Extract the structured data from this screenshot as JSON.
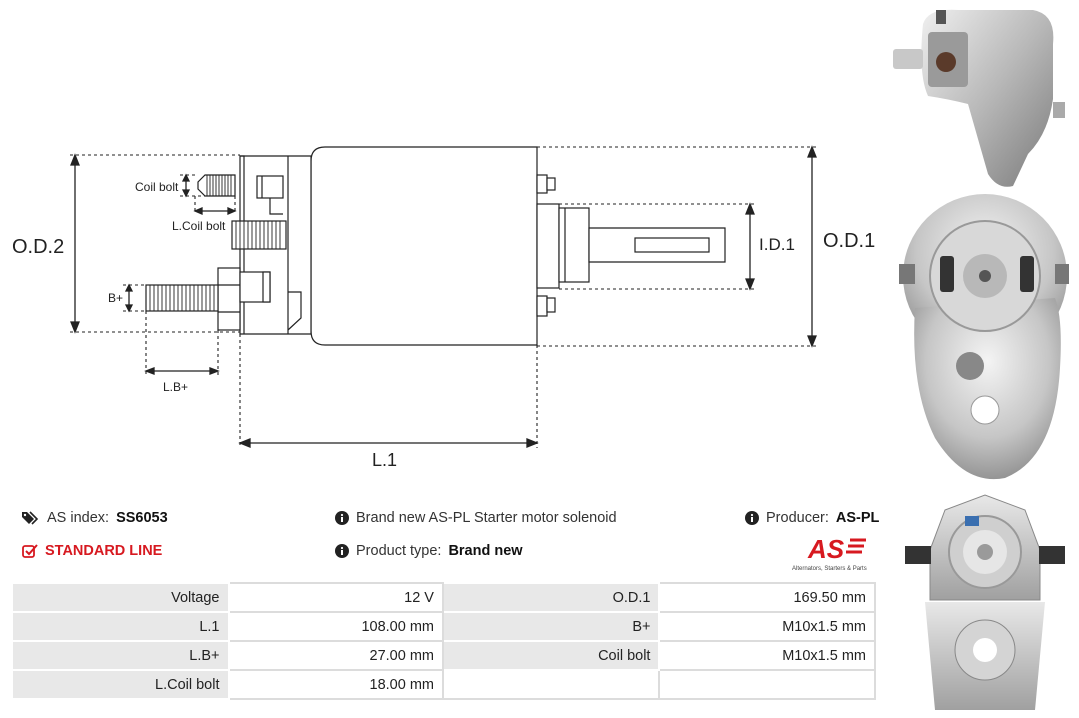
{
  "diagram": {
    "od2": "O.D.2",
    "od1": "O.D.1",
    "id1": "I.D.1",
    "l1": "L.1",
    "coil_bolt": "Coil bolt",
    "l_coil_bolt": "L.Coil bolt",
    "b_plus": "B+",
    "l_b_plus": "L.B+"
  },
  "info": {
    "as_index_label": "AS index:",
    "as_index_value": "SS6053",
    "standard_line": "STANDARD LINE",
    "description": "Brand new AS-PL Starter motor solenoid",
    "product_type_label": "Product type:",
    "product_type_value": "Brand new",
    "producer_label": "Producer:",
    "producer_value": "AS-PL"
  },
  "logo": {
    "text": "AS",
    "tagline": "Alternators, Starters & Parts",
    "color": "#d71920"
  },
  "specs": [
    {
      "label": "Voltage",
      "value": "12 V",
      "label2": "O.D.1",
      "value2": "169.50 mm"
    },
    {
      "label": "L.1",
      "value": "108.00 mm",
      "label2": "B+",
      "value2": "M10x1.5 mm"
    },
    {
      "label": "L.B+",
      "value": "27.00 mm",
      "label2": "Coil bolt",
      "value2": "M10x1.5 mm"
    },
    {
      "label": "L.Coil bolt",
      "value": "18.00 mm",
      "label2": "",
      "value2": ""
    }
  ]
}
